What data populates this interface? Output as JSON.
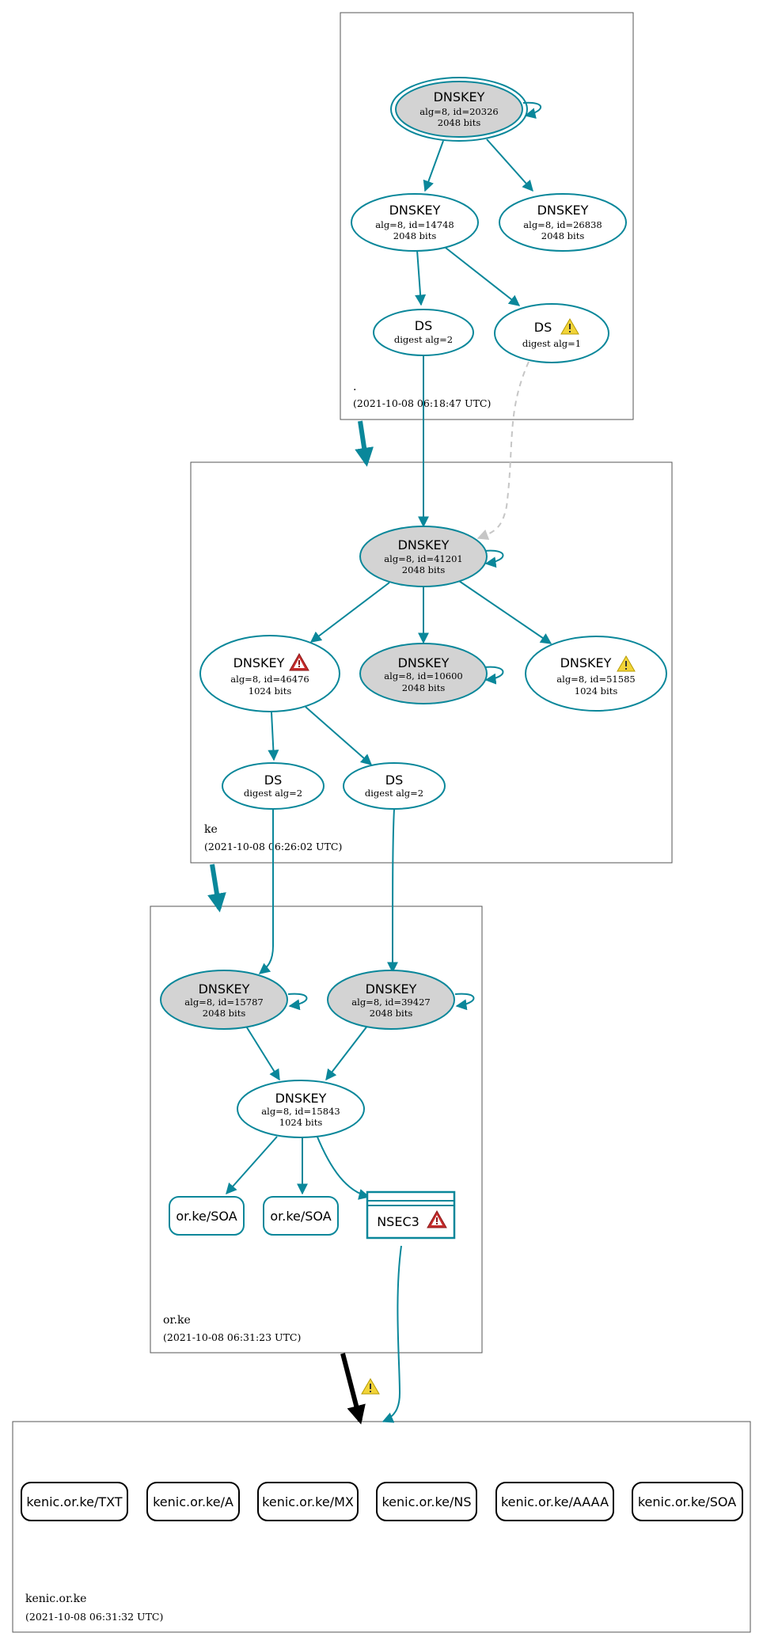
{
  "colors": {
    "accent": "#0a879a",
    "selfsigned_fill": "#d3d3d3",
    "warning": "#f2d438",
    "error": "#c62b2b",
    "dashed": "#c6c6c6"
  },
  "zones": {
    "root": {
      "name": ".",
      "timestamp": "(2021-10-08 06:18:47 UTC)"
    },
    "ke": {
      "name": "ke",
      "timestamp": "(2021-10-08 06:26:02 UTC)"
    },
    "orke": {
      "name": "or.ke",
      "timestamp": "(2021-10-08 06:31:23 UTC)"
    },
    "kenic": {
      "name": "kenic.or.ke",
      "timestamp": "(2021-10-08 06:31:32 UTC)"
    }
  },
  "nodes": {
    "root_ksk": {
      "title": "DNSKEY",
      "line1": "alg=8, id=20326",
      "line2": "2048 bits"
    },
    "root_zsk1": {
      "title": "DNSKEY",
      "line1": "alg=8, id=14748",
      "line2": "2048 bits"
    },
    "root_zsk2": {
      "title": "DNSKEY",
      "line1": "alg=8, id=26838",
      "line2": "2048 bits"
    },
    "root_ds1": {
      "title": "DS",
      "line1": "digest alg=2"
    },
    "root_ds2": {
      "title": "DS",
      "line1": "digest alg=1"
    },
    "ke_ksk": {
      "title": "DNSKEY",
      "line1": "alg=8, id=41201",
      "line2": "2048 bits"
    },
    "ke_k1": {
      "title": "DNSKEY",
      "line1": "alg=8, id=46476",
      "line2": "1024 bits"
    },
    "ke_k2": {
      "title": "DNSKEY",
      "line1": "alg=8, id=10600",
      "line2": "2048 bits"
    },
    "ke_k3": {
      "title": "DNSKEY",
      "line1": "alg=8, id=51585",
      "line2": "1024 bits"
    },
    "ke_ds1": {
      "title": "DS",
      "line1": "digest alg=2"
    },
    "ke_ds2": {
      "title": "DS",
      "line1": "digest alg=2"
    },
    "or_k1": {
      "title": "DNSKEY",
      "line1": "alg=8, id=15787",
      "line2": "2048 bits"
    },
    "or_k2": {
      "title": "DNSKEY",
      "line1": "alg=8, id=39427",
      "line2": "2048 bits"
    },
    "or_zsk": {
      "title": "DNSKEY",
      "line1": "alg=8, id=15843",
      "line2": "1024 bits"
    },
    "or_soa1": {
      "title": "or.ke/SOA"
    },
    "or_soa2": {
      "title": "or.ke/SOA"
    },
    "or_nsec3": {
      "title": "NSEC3"
    }
  },
  "records": [
    "kenic.or.ke/TXT",
    "kenic.or.ke/A",
    "kenic.or.ke/MX",
    "kenic.or.ke/NS",
    "kenic.or.ke/AAAA",
    "kenic.or.ke/SOA"
  ]
}
